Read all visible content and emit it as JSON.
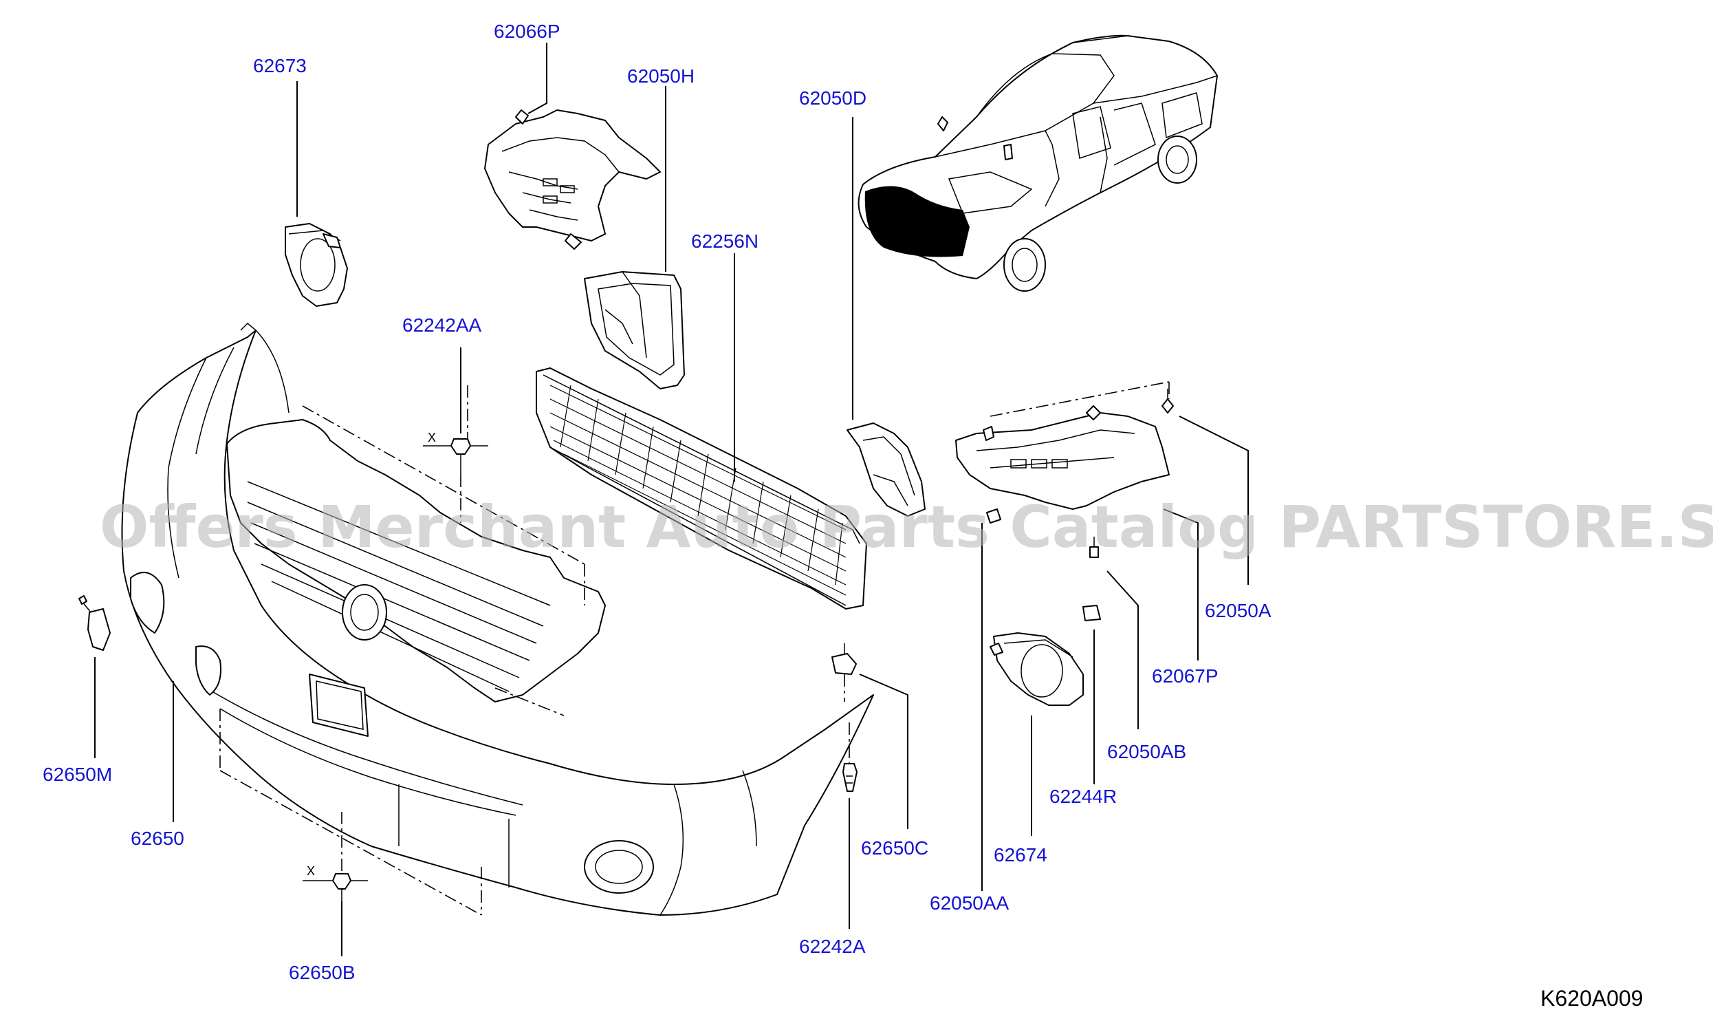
{
  "diagram": {
    "code": "K620A009",
    "watermark": "Offers Merchant Auto Parts Catalog PARTSTORE.SA",
    "cross_marker": "X",
    "colors": {
      "label": "#1414d2",
      "line": "#000000",
      "watermark": "#b4b4b4"
    },
    "parts": [
      {
        "number": "62066P"
      },
      {
        "number": "62673"
      },
      {
        "number": "62050H"
      },
      {
        "number": "62050D"
      },
      {
        "number": "62256N"
      },
      {
        "number": "62242AA"
      },
      {
        "number": "62050A"
      },
      {
        "number": "62067P"
      },
      {
        "number": "62050AB"
      },
      {
        "number": "62244R"
      },
      {
        "number": "62674"
      },
      {
        "number": "62050AA"
      },
      {
        "number": "62650C"
      },
      {
        "number": "62242A"
      },
      {
        "number": "62650M"
      },
      {
        "number": "62650"
      },
      {
        "number": "62650B"
      }
    ]
  }
}
